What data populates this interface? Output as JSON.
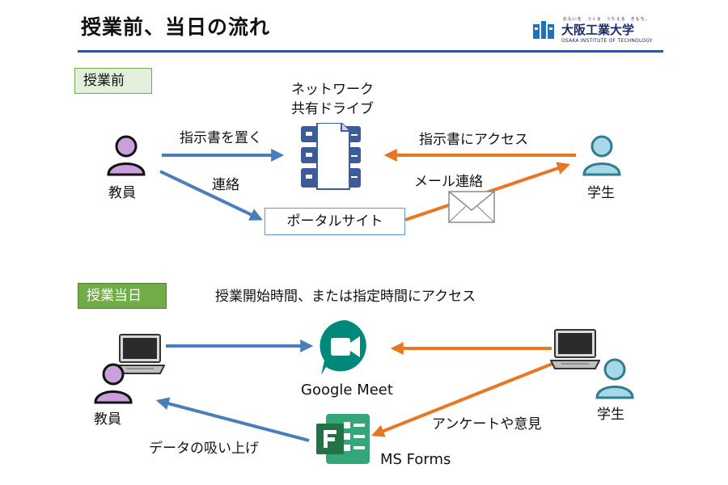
{
  "header": {
    "title": "授業前、当日の流れ",
    "logo": {
      "name": "大阪工業大学",
      "tagline": "おもいを　つくる　うたえる　きもち。",
      "english": "OSAKA INSTITUTE OF TECHNOLOGY"
    }
  },
  "before": {
    "tag": "授業前",
    "teacher": "教員",
    "student": "学生",
    "drive_label_line1": "ネットワーク",
    "drive_label_line2": "共有ドライブ",
    "arrow_place": "指示書を置く",
    "arrow_contact": "連絡",
    "arrow_access": "指示書にアクセス",
    "arrow_mail": "メール連絡",
    "portal": "ポータルサイト"
  },
  "today": {
    "tag": "授業当日",
    "access_note": "授業開始時間、または指定時間にアクセス",
    "meet": "Google Meet",
    "forms": "MS Forms",
    "teacher": "教員",
    "student": "学生",
    "arrow_survey": "アンケートや意見",
    "arrow_collect": "データの吸い上げ"
  },
  "colors": {
    "blue_arrow": "#4a7ebb",
    "orange_arrow": "#e87722",
    "teacher_fill": "#c9a0dc",
    "student_fill": "#a8d8e8",
    "meet_green": "#00897b",
    "forms_green": "#217346",
    "title_rule": "#2f5597"
  }
}
